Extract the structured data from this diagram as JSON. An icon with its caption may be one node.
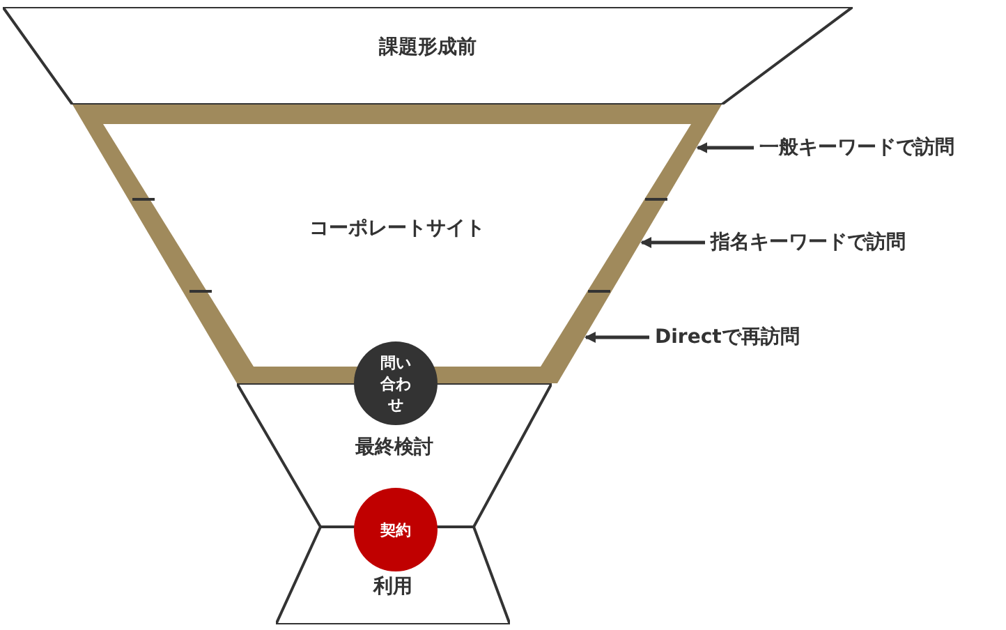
{
  "diagram": {
    "nodes": [
      {
        "text": [
          "課題形成前"
        ]
      },
      {
        "text": [
          "コーポレートサイト"
        ]
      },
      {
        "text": [
          "最終検討"
        ]
      },
      {
        "text": [
          "問い合わせ"
        ]
      },
      {
        "text": [
          "利用"
        ]
      },
      {
        "text": [
          "契約"
        ]
      },
      {
        "text": [
          "一般キーワードで訪問"
        ]
      },
      {
        "text": [
          "指名キーワードで訪問"
        ]
      },
      {
        "text": [
          "Directで再訪問"
        ]
      }
    ],
    "edges": [
      {
        "from": 6,
        "to": 1,
        "arrow": "to"
      },
      {
        "from": 7,
        "to": 1,
        "arrow": "to"
      },
      {
        "from": 8,
        "to": 1,
        "arrow": "to"
      }
    ]
  }
}
